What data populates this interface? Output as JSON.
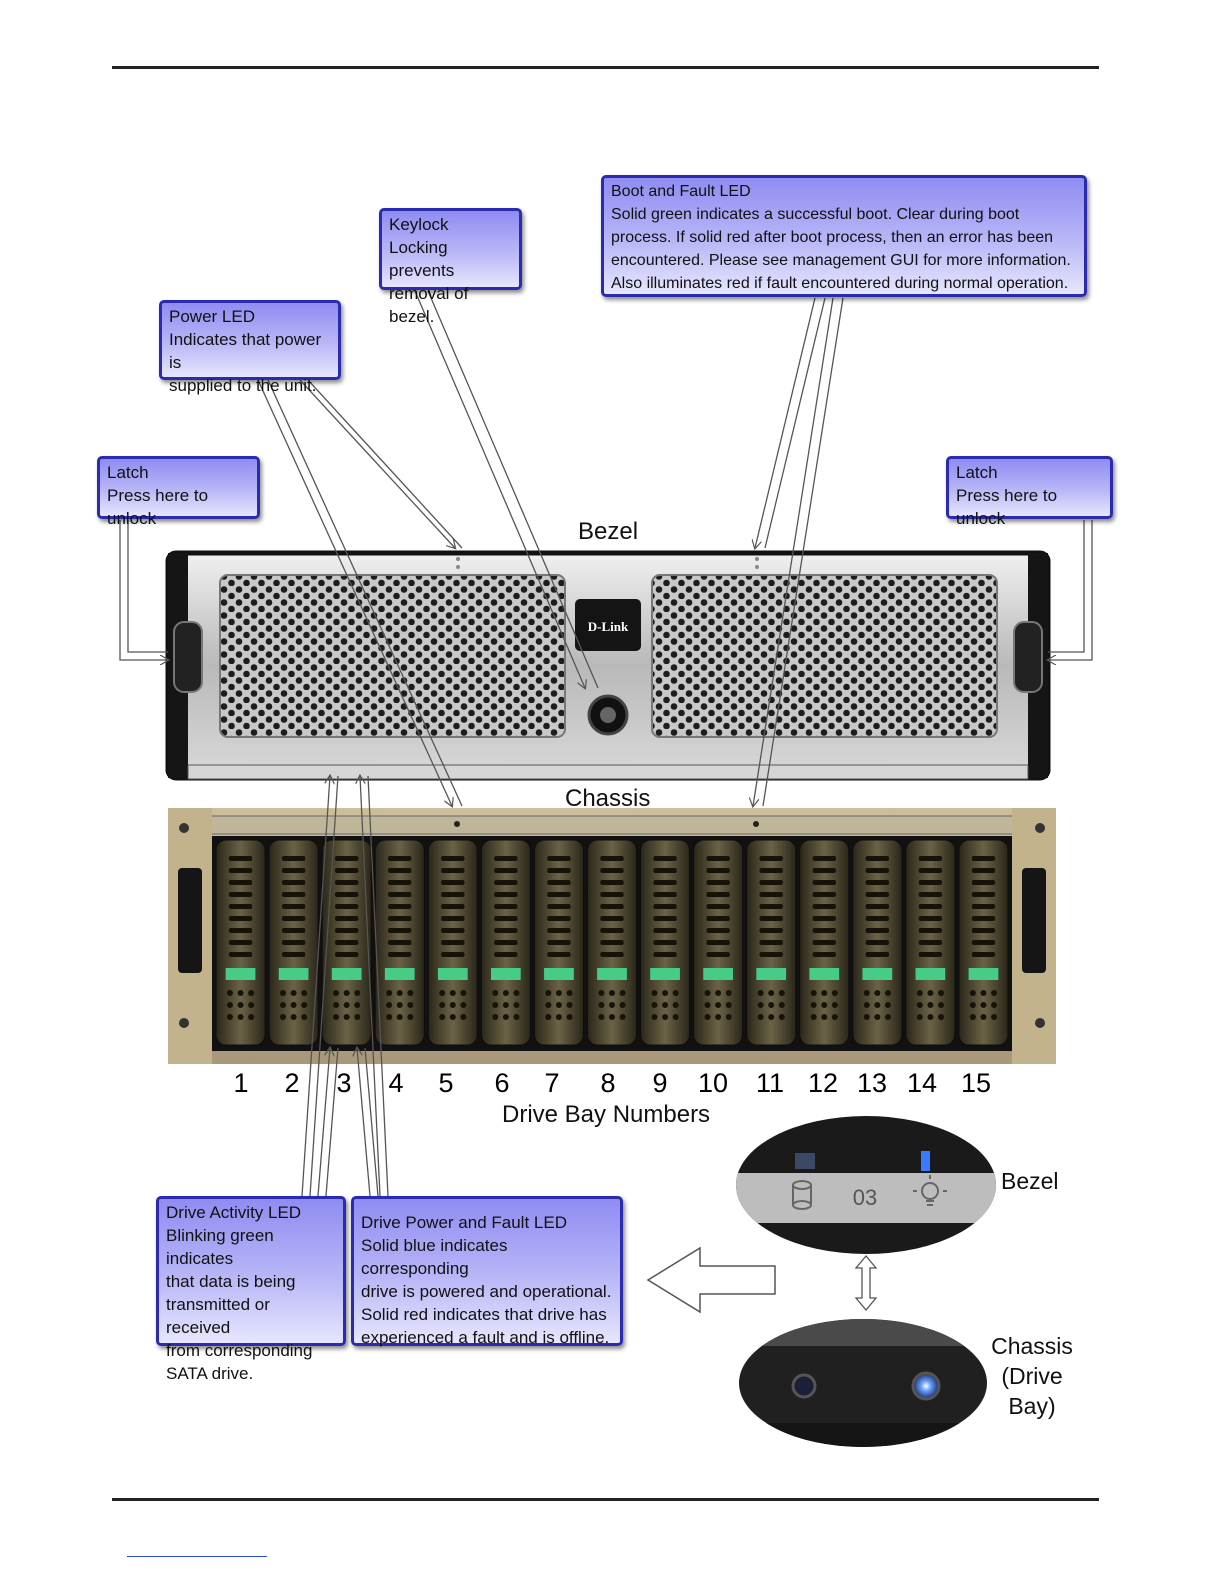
{
  "callouts": {
    "keylock": {
      "title": "Keylock",
      "body": "Locking prevents\nremoval of bezel."
    },
    "boot_fault": {
      "title": "Boot and Fault LED",
      "body": "Solid green indicates a successful boot.  Clear during boot\nprocess.  If solid red after boot process, then an error has been\nencountered.  Please see management GUI for more information.\nAlso illuminates red if fault encountered during normal operation."
    },
    "power_led": {
      "title": "Power LED",
      "body": "Indicates that power is\nsupplied to the unit."
    },
    "latch_left": {
      "title": "Latch",
      "body": "Press here to unlock"
    },
    "latch_right": {
      "title": "Latch",
      "body": "Press here to unlock"
    },
    "drive_activity": {
      "title": "Drive Activity LED",
      "body": "Blinking green indicates\nthat data is being\ntransmitted or received\nfrom corresponding\nSATA drive."
    },
    "drive_power": {
      "title": "Drive Power and Fault LED",
      "body": "Solid blue indicates corresponding\ndrive is powered and operational.\nSolid red indicates that drive has\nexperienced a fault and is offline."
    }
  },
  "labels": {
    "bezel": "Bezel",
    "chassis": "Chassis",
    "drive_bay_numbers": "Drive Bay Numbers",
    "inset_bezel": "Bezel",
    "inset_chassis": "Chassis\n(Drive\nBay)",
    "logo": "D-Link",
    "bay_code": "03"
  },
  "bay_numbers": [
    "1",
    "2",
    "3",
    "4",
    "5",
    "6",
    "7",
    "8",
    "9",
    "10",
    "11",
    "12",
    "13",
    "14",
    "15"
  ],
  "colors": {
    "callout_border": "#2b2bb0",
    "callout_fill": "#b9b7f7",
    "drive_handle": "#46cc86",
    "blue_led": "#3b7bff"
  }
}
